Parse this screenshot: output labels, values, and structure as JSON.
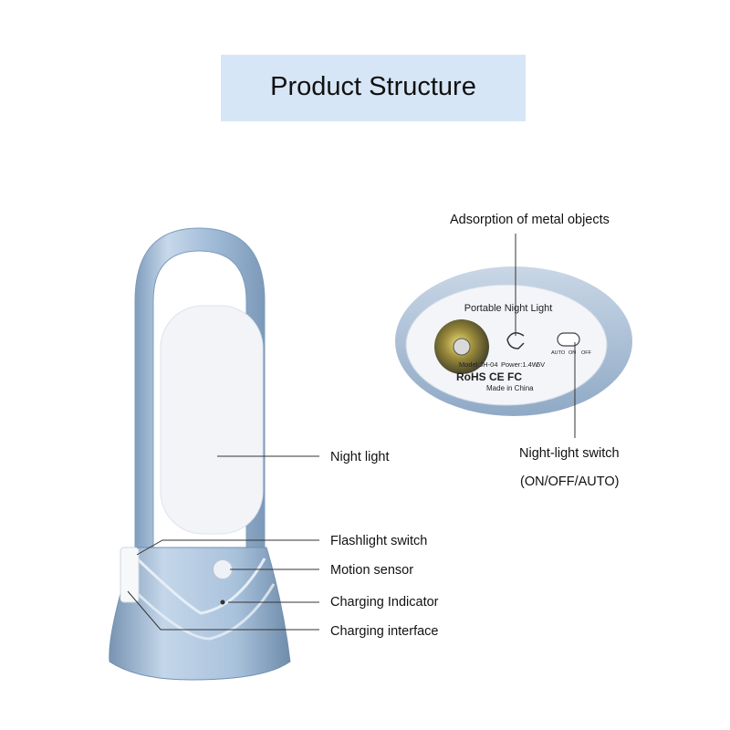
{
  "title": "Product Structure",
  "labels": {
    "adsorption": "Adsorption of metal objects",
    "night_light": "Night light",
    "flashlight_switch": "Flashlight switch",
    "motion_sensor": "Motion sensor",
    "charging_indicator": "Charging Indicator",
    "charging_interface": "Charging interface",
    "night_light_switch": "Night-light switch",
    "switch_modes": "(ON/OFF/AUTO)"
  },
  "base_plate": {
    "product_name": "Portable Night Light",
    "model": "Model:JH-04",
    "power": "Power:1.4W",
    "voltage": "5V",
    "certifications": "RoHS CE FC",
    "origin": "Made in China",
    "switch_positions": [
      "AUTO",
      "ON",
      "OFF"
    ]
  },
  "colors": {
    "title_background": "#d6e6f6",
    "lamp_body": "#9fbbd8",
    "lamp_diffuser": "#f2f4f8"
  }
}
